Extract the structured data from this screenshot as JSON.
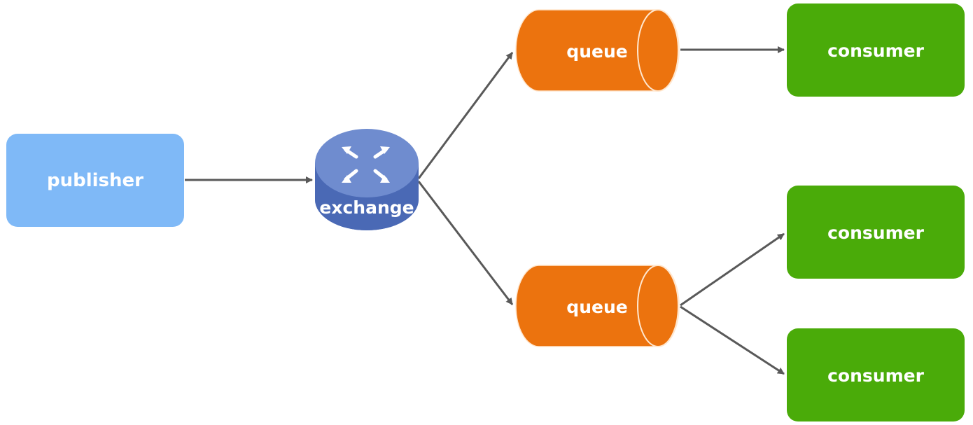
{
  "nodes": {
    "publisher": {
      "label": "publisher",
      "color": "#7fb9f7"
    },
    "exchange": {
      "label": "exchange",
      "top_color": "#6f8ccf",
      "side_color": "#4a69b5",
      "icon": "routing-arrows-icon"
    },
    "queue_top": {
      "label": "queue",
      "color": "#ec730e"
    },
    "queue_bottom": {
      "label": "queue",
      "color": "#ec730e"
    },
    "consumer_1": {
      "label": "consumer",
      "color": "#4aab09"
    },
    "consumer_2": {
      "label": "consumer",
      "color": "#4aab09"
    },
    "consumer_3": {
      "label": "consumer",
      "color": "#4aab09"
    }
  },
  "edges": [
    {
      "from": "publisher",
      "to": "exchange"
    },
    {
      "from": "exchange",
      "to": "queue_top"
    },
    {
      "from": "exchange",
      "to": "queue_bottom"
    },
    {
      "from": "queue_top",
      "to": "consumer_1"
    },
    {
      "from": "queue_bottom",
      "to": "consumer_2"
    },
    {
      "from": "queue_bottom",
      "to": "consumer_3"
    }
  ],
  "arrow_color": "#595959"
}
